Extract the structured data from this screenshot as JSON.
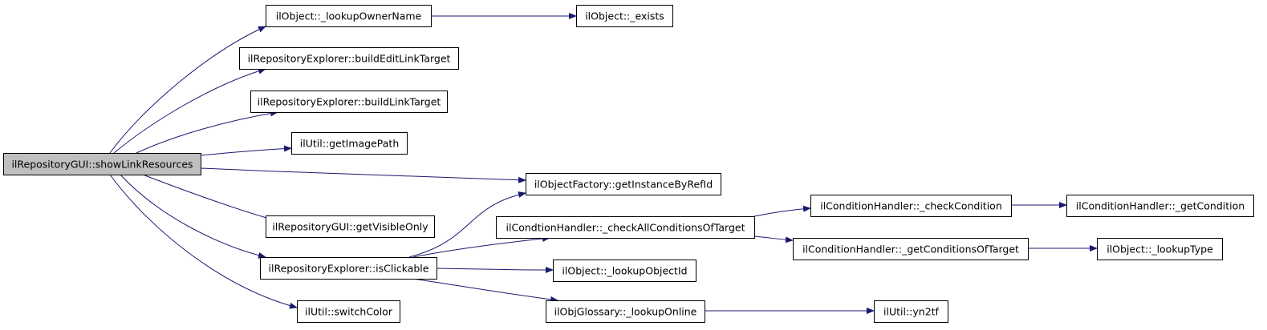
{
  "diagram": {
    "colors": {
      "edge": "#191970",
      "node_border": "#000000",
      "node_fill": "#ffffff",
      "root_fill": "#bfbfbf",
      "background": "#ffffff"
    },
    "nodes": [
      {
        "id": "root",
        "label": "ilRepositoryGUI::showLinkResources",
        "root": true
      },
      {
        "id": "n1",
        "label": "ilObject::_lookupOwnerName"
      },
      {
        "id": "n2",
        "label": "ilObject::_exists"
      },
      {
        "id": "n3",
        "label": "ilRepositoryExplorer::buildEditLinkTarget"
      },
      {
        "id": "n4",
        "label": "ilRepositoryExplorer::buildLinkTarget"
      },
      {
        "id": "n5",
        "label": "ilUtil::getImagePath"
      },
      {
        "id": "n6",
        "label": "ilObjectFactory::getInstanceByRefId"
      },
      {
        "id": "n7",
        "label": "ilRepositoryGUI::getVisibleOnly"
      },
      {
        "id": "n8",
        "label": "ilRepositoryExplorer::isClickable"
      },
      {
        "id": "n9",
        "label": "ilCondtionHandler::_checkAllConditionsOfTarget"
      },
      {
        "id": "n10",
        "label": "ilConditionHandler::_checkCondition"
      },
      {
        "id": "n11",
        "label": "ilConditionHandler::_getCondition"
      },
      {
        "id": "n12",
        "label": "ilConditionHandler::_getConditionsOfTarget"
      },
      {
        "id": "n13",
        "label": "ilObject::_lookupType"
      },
      {
        "id": "n14",
        "label": "ilObject::_lookupObjectId"
      },
      {
        "id": "n15",
        "label": "ilObjGlossary::_lookupOnline"
      },
      {
        "id": "n16",
        "label": "ilUtil::yn2tf"
      },
      {
        "id": "n17",
        "label": "ilUtil::switchColor"
      }
    ],
    "edges": [
      {
        "from": "root",
        "to": "n1"
      },
      {
        "from": "root",
        "to": "n3"
      },
      {
        "from": "root",
        "to": "n4"
      },
      {
        "from": "root",
        "to": "n5"
      },
      {
        "from": "root",
        "to": "n6"
      },
      {
        "from": "root",
        "to": "n7"
      },
      {
        "from": "root",
        "to": "n8"
      },
      {
        "from": "root",
        "to": "n17"
      },
      {
        "from": "n1",
        "to": "n2"
      },
      {
        "from": "n8",
        "to": "n6"
      },
      {
        "from": "n8",
        "to": "n9"
      },
      {
        "from": "n8",
        "to": "n14"
      },
      {
        "from": "n8",
        "to": "n15"
      },
      {
        "from": "n9",
        "to": "n10"
      },
      {
        "from": "n9",
        "to": "n12"
      },
      {
        "from": "n10",
        "to": "n11"
      },
      {
        "from": "n12",
        "to": "n13"
      },
      {
        "from": "n15",
        "to": "n16"
      }
    ]
  }
}
